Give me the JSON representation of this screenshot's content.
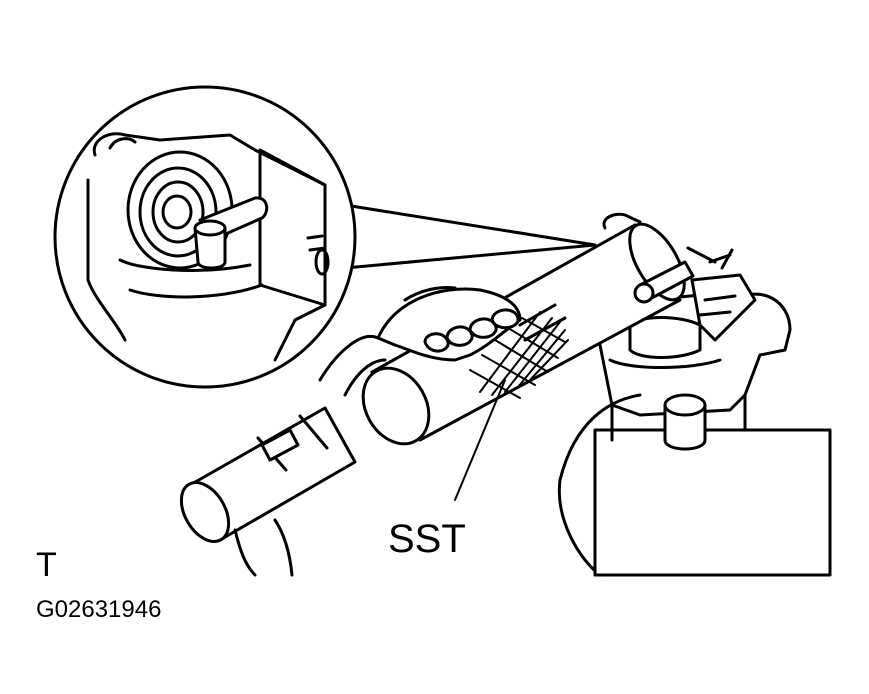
{
  "labels": {
    "sst": "SST",
    "view_marker": "T",
    "figure_code": "G02631946"
  }
}
